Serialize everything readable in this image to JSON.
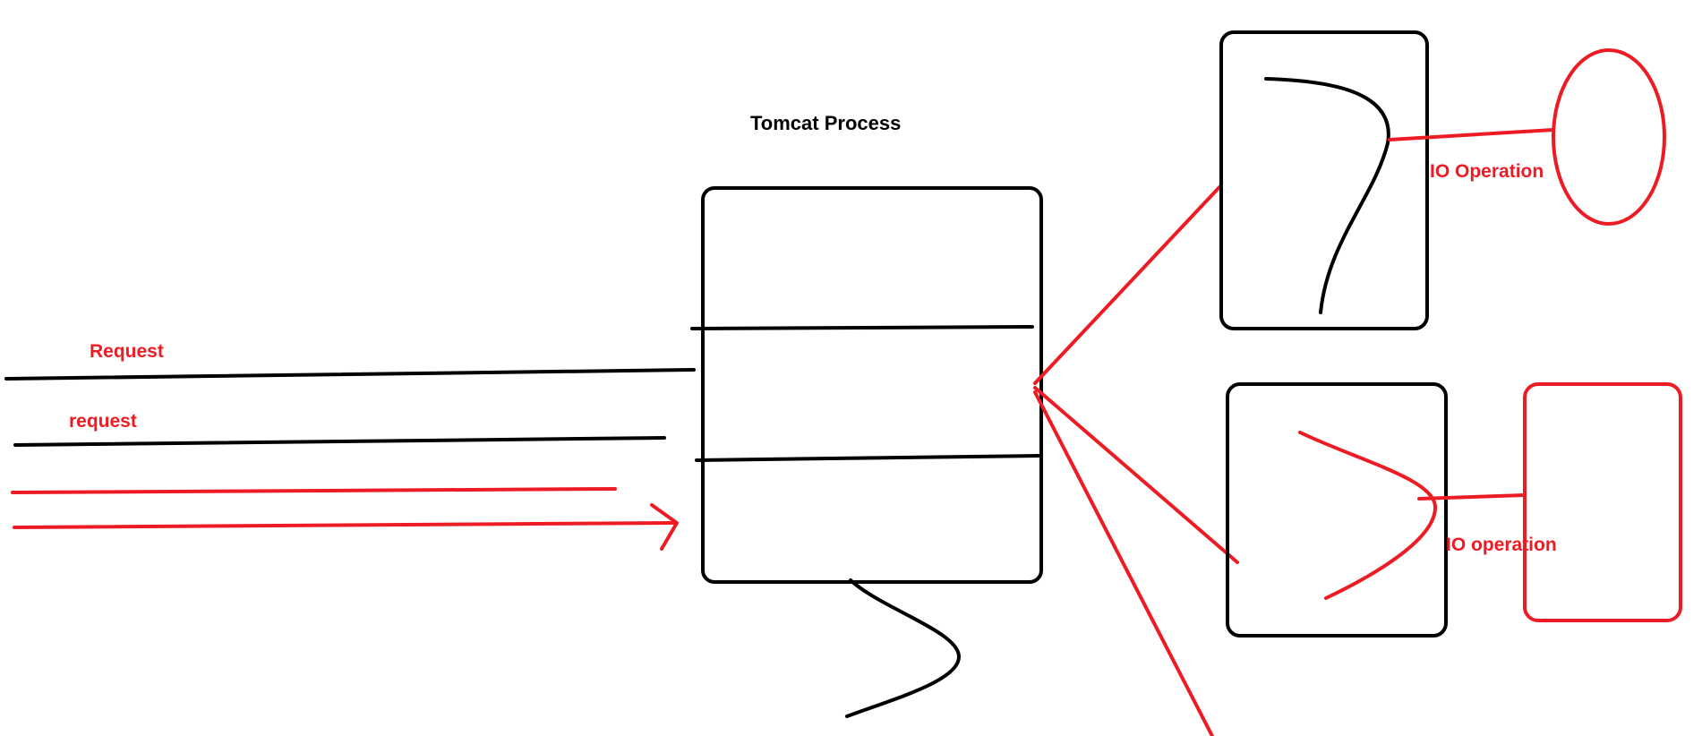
{
  "labels": {
    "title": "Tomcat Process",
    "request_1": "Request",
    "request_2": "request",
    "io_1": "IO Operation",
    "io_2": "IO operation"
  },
  "colors": {
    "ink": "#000000",
    "accent": "#ed1c24",
    "background": "#ffffff"
  }
}
